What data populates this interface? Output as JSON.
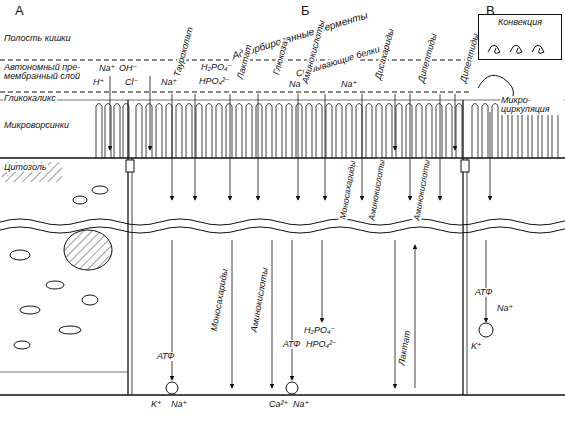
{
  "diagram": {
    "nodes": [
      {
        "text": [
          "Конвекция"
        ]
      }
    ],
    "labels": [
      "А",
      "Б",
      "В",
      "Полость кишки",
      "Автономный пре- мембранный слой",
      "Гликокаликс",
      "Микроворсинки",
      "Цитозоль",
      "Адсорбированные ферменты",
      "Связывающие белки",
      "Na⁺",
      "OH⁻",
      "H⁺",
      "Cl⁻",
      "Таурохолат",
      "Na⁺",
      "H₂PO₄⁻",
      "HPO₄²⁻",
      "Лактат",
      "Глюкоза",
      "Na⁺",
      "Аминокислоты",
      "Na⁺",
      "Дисахариды",
      "Дипептиды",
      "Дипептиды",
      "Микро- циркуляция",
      "Моносахариды",
      "Аминокислоты",
      "Аминокислоты",
      "Моносахариды",
      "Аминокислоты",
      "H₂PO₄⁻",
      "АТФ",
      "HPO₄²⁻",
      "Лактат",
      "АТФ",
      "K⁺",
      "Na⁺",
      "Ca²⁺",
      "Na⁺",
      "АТФ",
      "Na⁺",
      "K⁺"
    ]
  }
}
